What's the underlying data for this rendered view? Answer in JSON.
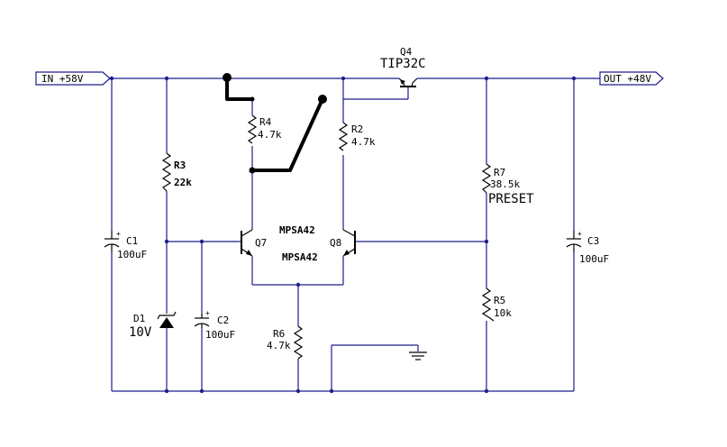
{
  "ports": {
    "input": "IN +58V",
    "output": "OUT +48V"
  },
  "components": {
    "q4": {
      "ref": "Q4",
      "value": "TIP32C"
    },
    "r4": {
      "ref": "R4",
      "value": "4.7k"
    },
    "r2": {
      "ref": "R2",
      "value": "4.7k"
    },
    "r3": {
      "ref": "R3",
      "value": "22k"
    },
    "r7": {
      "ref": "R7",
      "value": "38.5k",
      "note": "PRESET"
    },
    "r5": {
      "ref": "R5",
      "value": "10k"
    },
    "r6": {
      "ref": "R6",
      "value": "4.7k"
    },
    "c1": {
      "ref": "C1",
      "value": "100uF"
    },
    "c2": {
      "ref": "C2",
      "value": "100uF"
    },
    "c3": {
      "ref": "C3",
      "value": "100uF"
    },
    "d1": {
      "ref": "D1",
      "value": "10V"
    },
    "q7": {
      "ref": "Q7",
      "value": "MPSA42"
    },
    "q8": {
      "ref": "Q8",
      "value": "MPSA42"
    }
  },
  "colors": {
    "wire": "#1e1e8c",
    "part": "#000000"
  }
}
